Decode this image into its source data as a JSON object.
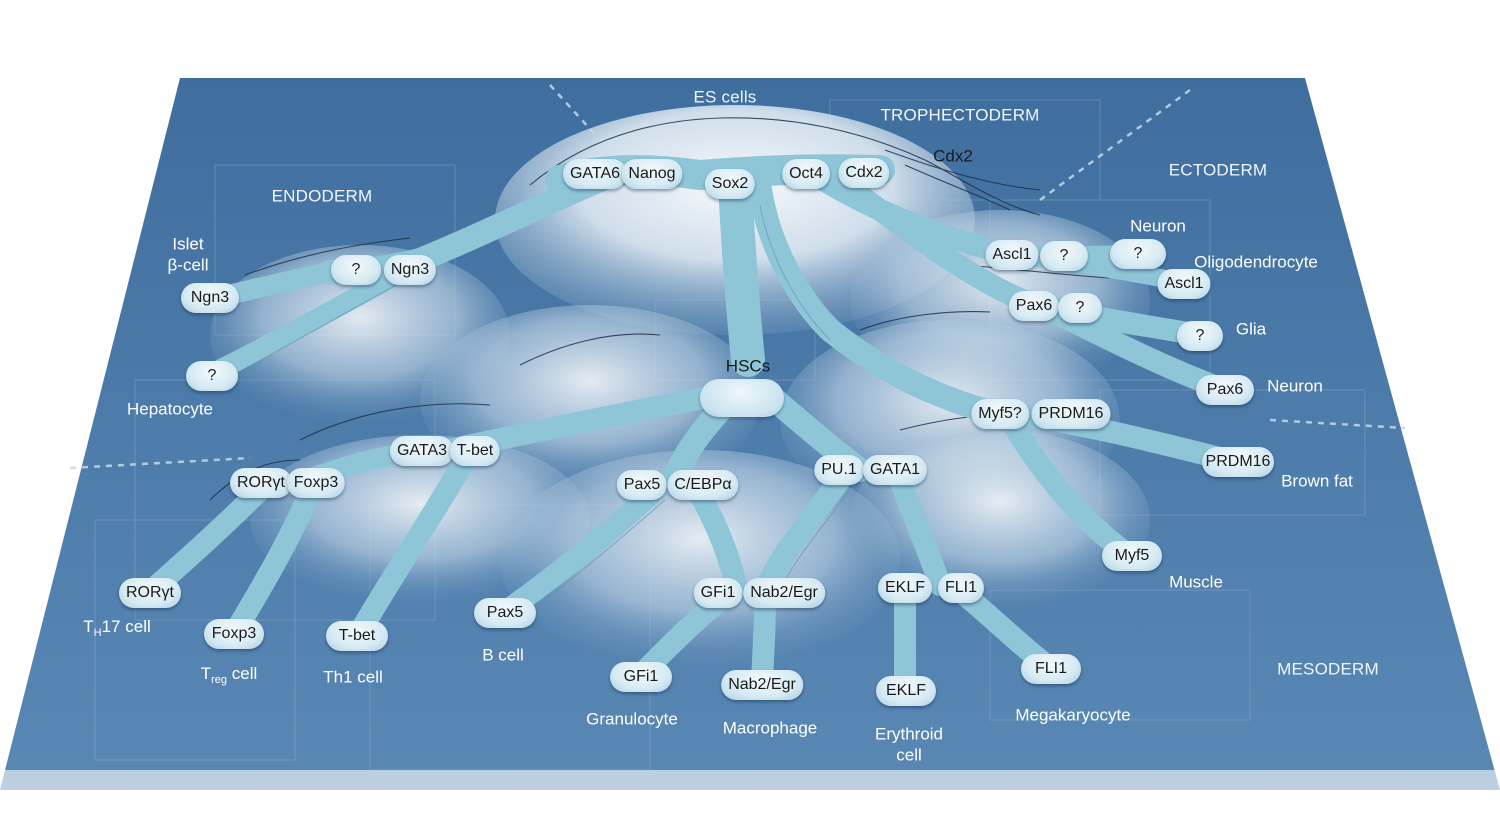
{
  "regions": {
    "es_cells": "ES cells",
    "trophectoderm": "TROPHECTODERM",
    "endoderm": "ENDODERM",
    "ectoderm": "ECTODERM",
    "mesoderm": "MESODERM"
  },
  "nodes": {
    "gata6": "GATA6",
    "nanog": "Nanog",
    "sox2": "Sox2",
    "oct4": "Oct4",
    "cdx2_a": "Cdx2",
    "cdx2_b": "Cdx2",
    "q_endo": "?",
    "ngn3_a": "Ngn3",
    "ngn3_b": "Ngn3",
    "q_hep": "?",
    "ascl1_a": "Ascl1",
    "q_ecto_a": "?",
    "q_ecto_b": "?",
    "ascl1_b": "Ascl1",
    "pax6_a": "Pax6",
    "q_ecto_c": "?",
    "q_glia": "?",
    "pax6_b": "Pax6",
    "hscs": "HSCs",
    "myf5q": "Myf5?",
    "prdm16_a": "PRDM16",
    "prdm16_b": "PRDM16",
    "myf5": "Myf5",
    "gata3": "GATA3",
    "tbet_a": "T-bet",
    "rorgt_a": "RORγt",
    "foxp3_a": "Foxp3",
    "pax5_a": "Pax5",
    "cebpa": "C/EBPα",
    "pu1": "PU.1",
    "gata1": "GATA1",
    "gfi1_a": "GFi1",
    "nab2_a": "Nab2/Egr",
    "eklf_a": "EKLF",
    "fli1_a": "FLI1",
    "rorgt_b": "RORγt",
    "foxp3_b": "Foxp3",
    "tbet_b": "T-bet",
    "pax5_b": "Pax5",
    "gfi1_b": "GFi1",
    "nab2_b": "Nab2/Egr",
    "eklf_b": "EKLF",
    "fli1_b": "FLI1"
  },
  "cells": {
    "islet_line1": "Islet",
    "islet_line2": "β-cell",
    "hepatocyte": "Hepatocyte",
    "neuron_top": "Neuron",
    "oligodendrocyte": "Oligodendrocyte",
    "glia": "Glia",
    "neuron_mid": "Neuron",
    "brown_fat": "Brown fat",
    "muscle": "Muscle",
    "th17_t": "T",
    "th17_sub": "H",
    "th17_rest": "17 cell",
    "treg_t": "T",
    "treg_sub": "reg",
    "treg_rest": " cell",
    "th1": "Th1 cell",
    "bcell": "B cell",
    "granulocyte": "Granulocyte",
    "macrophage": "Macrophage",
    "erythroid_line1": "Erythroid",
    "erythroid_line2": "cell",
    "megakaryocyte": "Megakaryocyte"
  },
  "colors": {
    "plane_dark": "#4a78a6",
    "plane_light": "#7aa3c8",
    "branch": "#8ec4d6",
    "node": "#dcedf5",
    "text_light": "#ffffff",
    "text_dark": "#1a1a1a"
  }
}
